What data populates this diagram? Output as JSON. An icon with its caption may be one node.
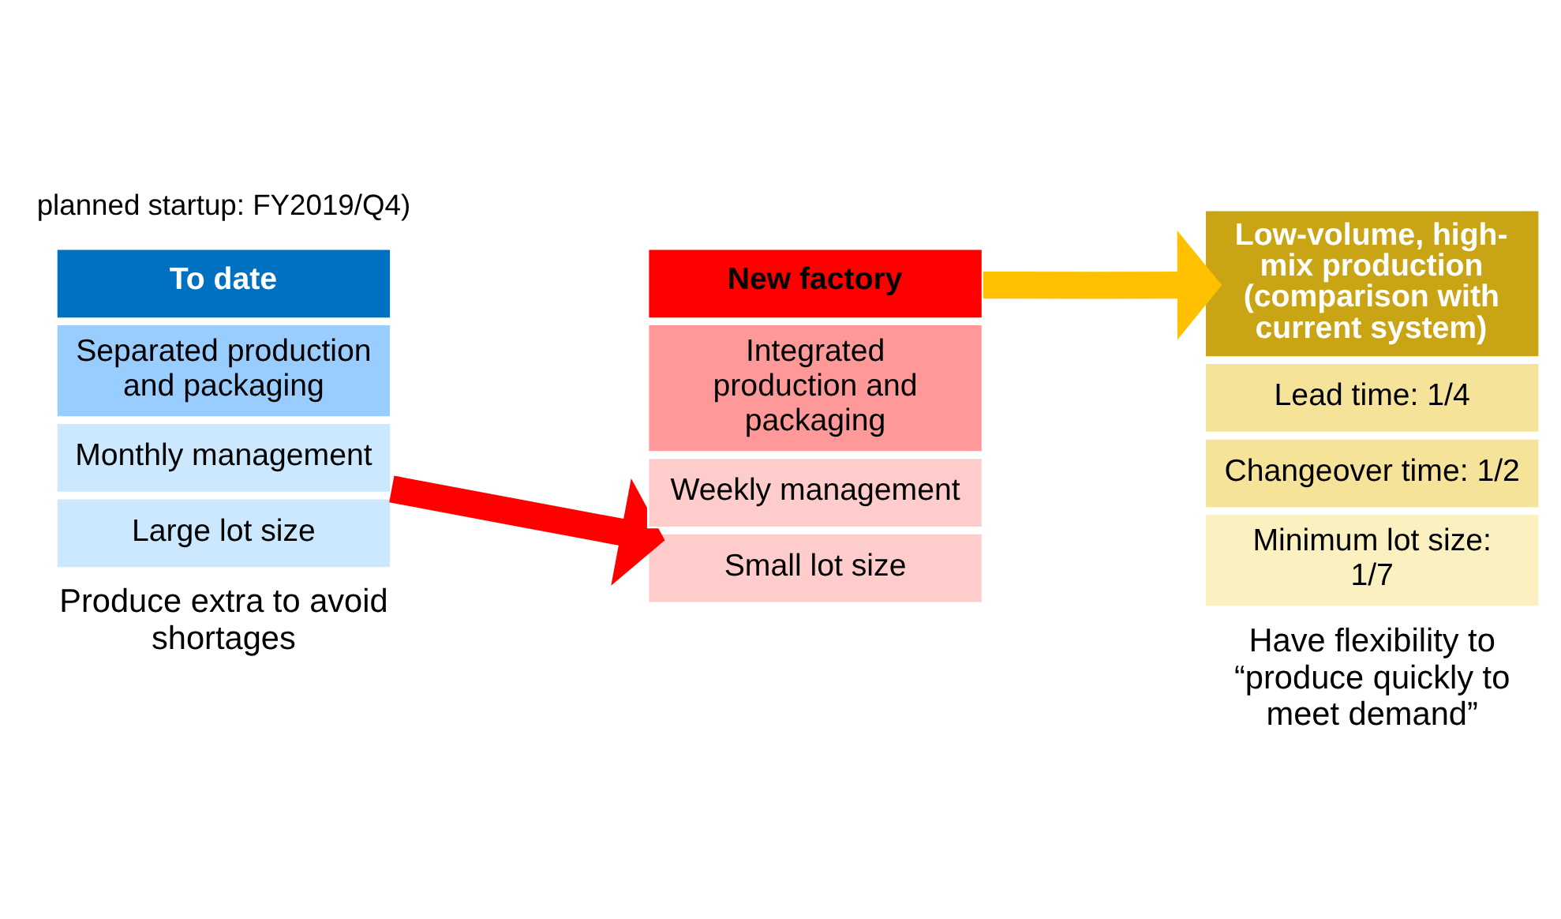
{
  "diagram": {
    "nodes": [
      {
        "text": [
          "To date"
        ]
      },
      {
        "text": [
          "Separated production and packaging"
        ]
      },
      {
        "text": [
          "Monthly management"
        ]
      },
      {
        "text": [
          "Large lot size"
        ],
        "beside": [
          "Produce extra to avoid shortages"
        ]
      },
      {
        "text": [
          "New factory"
        ]
      },
      {
        "text": [
          "Integrated production and packaging"
        ]
      },
      {
        "text": [
          "Weekly management"
        ]
      },
      {
        "text": [
          "Small lot size"
        ]
      },
      {
        "text": [
          "Low-volume, high-mix production (comparison with current system)"
        ]
      },
      {
        "text": [
          "Lead time: 1/4"
        ]
      },
      {
        "text": [
          "Changeover time: 1/2"
        ]
      },
      {
        "text": [
          "Minimum lot size:  1/7"
        ],
        "beside": [
          "Have flexibility to “produce quickly to meet demand”"
        ]
      }
    ],
    "edges": [
      {
        "from": 2,
        "to": 7,
        "arrow": "to",
        "color": "#ff0000"
      },
      {
        "from": 4,
        "to": 8,
        "arrow": "to",
        "color": "#ffc000"
      }
    ],
    "labels": [
      "planned startup: FY2019/Q4)"
    ]
  }
}
